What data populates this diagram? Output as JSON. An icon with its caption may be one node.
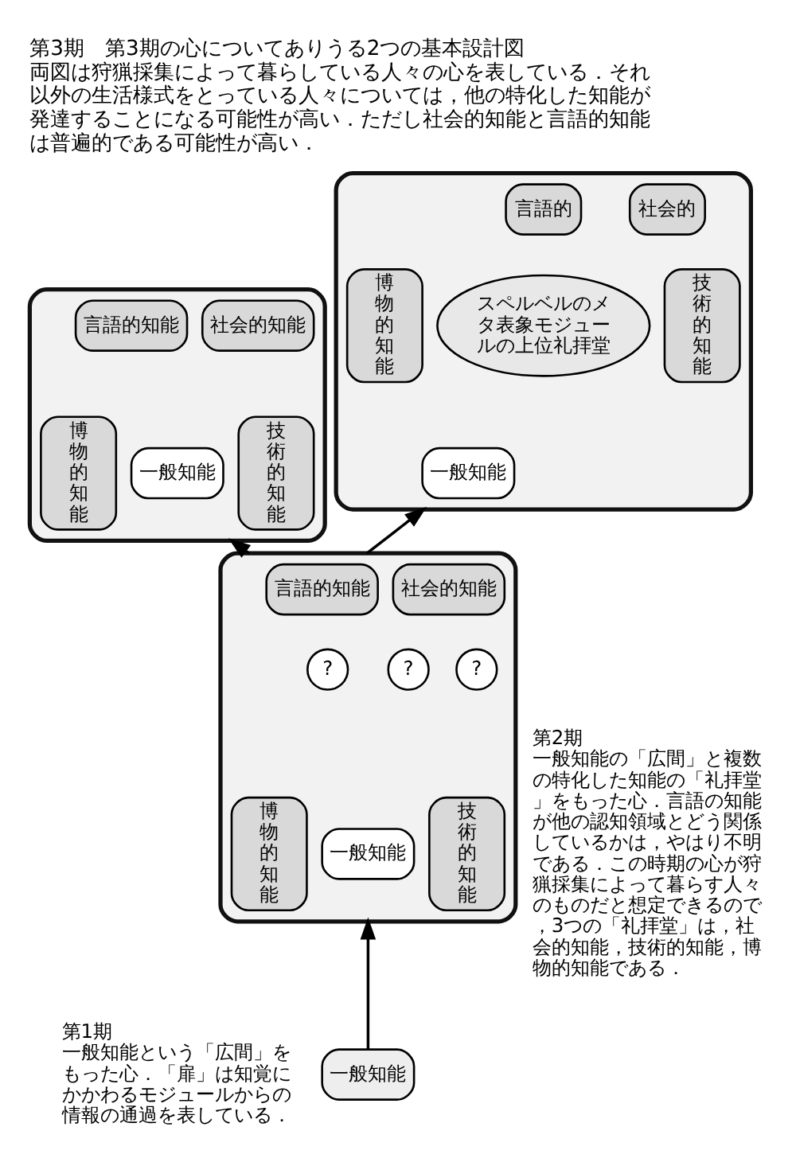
{
  "diagram": {
    "title": "第3期　第3期の心についてありうる2つの基本設計図",
    "caption": "両図は狩猟採集によって暮らしている人々の心を表している．それ以外の生活様式をとっている人々については，他の特化した知能が発達することになる可能性が高い．ただし社会的知能と言語的知能は普遍的である可能性が高い．",
    "nodes": [
      {
        "text": [],
        "shape": "box"
      },
      {
        "text": [
          "言語的知能"
        ],
        "in": 0
      },
      {
        "text": [
          "社会的知能"
        ],
        "in": 0
      },
      {
        "text": [
          "技術的知能"
        ],
        "in": 0
      },
      {
        "text": [
          "一般知能"
        ],
        "in": 0
      },
      {
        "text": [
          "博物的知能"
        ],
        "in": 0
      },
      {
        "text": [],
        "shape": "box"
      },
      {
        "text": [
          "言語的"
        ],
        "in": 6
      },
      {
        "text": [
          "社会的"
        ],
        "in": 6
      },
      {
        "text": [
          "スペルベルのメタ表象モジュールの上位礼拝堂"
        ],
        "in": 6
      },
      {
        "text": [
          "技術的知能"
        ],
        "in": 6
      },
      {
        "text": [
          "一般知能"
        ],
        "in": 6
      },
      {
        "text": [
          "博物的知能"
        ],
        "in": 6
      },
      {
        "text": [],
        "shape": "box",
        "beside": [
          "第2期",
          "一般知能の「広間」と複数の特化した知能の「礼拝堂」をもった心．言語の知能が他の認知領域とどう関係しているかは，やはり不明である．この時期の心が狩猟採集によって暮らす人々のものだと想定できるので，3つの「礼拝堂」は，社会的知能，技術的知能，博物的知能である．"
        ]
      },
      {
        "text": [
          "?"
        ],
        "in": 13
      },
      {
        "text": [
          "言語的知能"
        ],
        "in": 13
      },
      {
        "text": [
          "社会的知能"
        ],
        "in": 13
      },
      {
        "text": [
          "?"
        ],
        "in": 13
      },
      {
        "text": [
          "?"
        ],
        "in": 13
      },
      {
        "text": [
          "技術的知能"
        ],
        "in": 13
      },
      {
        "text": [
          "一般知能"
        ],
        "in": 13
      },
      {
        "text": [
          "博物的知能"
        ],
        "in": 13
      },
      {
        "text": [
          "一般知能"
        ],
        "beside": [
          "第1期",
          "一般知能という「広間」をもった心．「扉」は知覚にかかわるモジュールからの情報の通過を表している．"
        ]
      }
    ],
    "edges": [
      {
        "from": 22,
        "to": 13,
        "arrow": "to"
      },
      {
        "from": 13,
        "to": 0,
        "arrow": "to"
      },
      {
        "from": 13,
        "to": 6,
        "arrow": "to"
      }
    ]
  }
}
